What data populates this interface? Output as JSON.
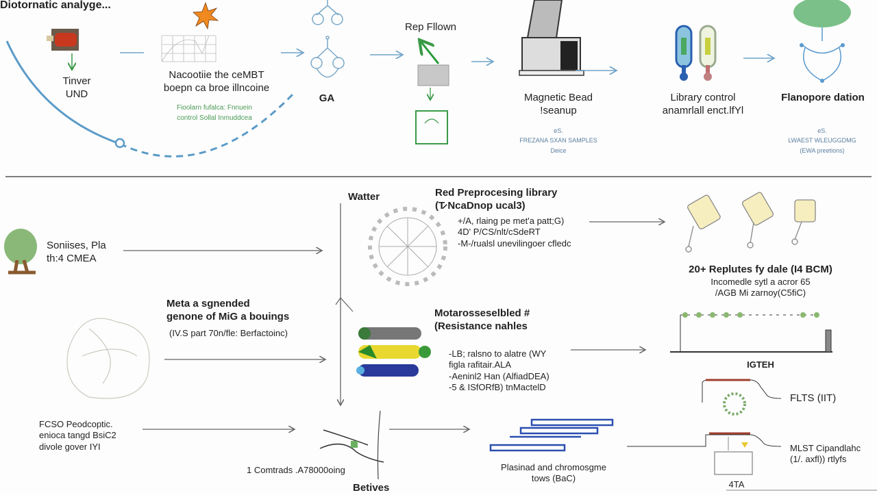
{
  "title": "Diotornatic analyge...",
  "top_row": {
    "step1": {
      "lines": [
        "Tinver",
        "UND"
      ]
    },
    "step2": {
      "lines": [
        "Nacootiie the ceMBT",
        "boepn ca broe illncoine"
      ],
      "note": [
        "Fioolarn fufalca: Fnnuein",
        "control Sollal Inmuddcea"
      ]
    },
    "step3": {
      "label": "GA"
    },
    "step4": {
      "label": "Rep Fllown"
    },
    "step5": {
      "lines": [
        "Magnetic Bead",
        "!seanup"
      ],
      "note": [
        "eS.",
        "FREZANA SXAN SAMPLES",
        "Deice"
      ]
    },
    "step6": {
      "lines": [
        "Library control",
        "anamrlall enct.lfYl"
      ]
    },
    "step7": {
      "label": "Flanopore dation",
      "note": [
        "eS.",
        "LWAEST WLEUGGDMG",
        "(EWA preetions)"
      ]
    }
  },
  "bottom": {
    "source": {
      "lines": [
        "Soniises, Pla",
        "th:4 CMEA"
      ]
    },
    "water": "Watter",
    "preprocessing": {
      "title": [
        "Red Preprocesing library",
        "(T̷ NcaDnop ucal3)"
      ],
      "items": [
        "+/A, rlaing pe met'a patt;G)",
        "4D' P/CS/nlt/cSdeRT",
        "-M-/rualsl unevilingoer cfledc"
      ]
    },
    "replicates": {
      "title": "20+ Replutes fy dale (I4 BCM)",
      "lines": [
        "Incomedle sytl a acror 65",
        "/AGB Mi zarnoy(C5fiC)"
      ]
    },
    "meta": {
      "title": [
        "Meta a sgnended",
        "genone of MiG a bouings"
      ],
      "subtitle": "(IV.S part 70n/fle: Berfactoinc)"
    },
    "assembled": {
      "title": [
        "Motarosseselbled #",
        "(Resistance nahles"
      ],
      "items": [
        "-LB; ralsno to alatre (WY",
        "figla rafitair.ALA",
        "-Aeninl2 Han (AlfiadDEA)",
        "-5 & ISfORfB) tnMactelD"
      ]
    },
    "igteh": "IGTEH",
    "flts": "FLTS (IIT)",
    "mlst": [
      "MLST Cipandlahc",
      "(1/. axfl)) rtlyfs"
    ],
    "ata": "4TA",
    "fcso": [
      "FCSO Peodcoptic.",
      "enioca tangd BsiC2",
      "divole gover IYI"
    ],
    "contrads": "1 Comtrads .A78000oing",
    "betives": "Betives",
    "plasmid": [
      "Plasinad and chromosgme",
      "tows (BaC)"
    ]
  },
  "colors": {
    "flow_blue": "#5b9bc8",
    "green": "#3a9a48",
    "line": "#555555",
    "bar_blue": "#2b4fb0"
  }
}
